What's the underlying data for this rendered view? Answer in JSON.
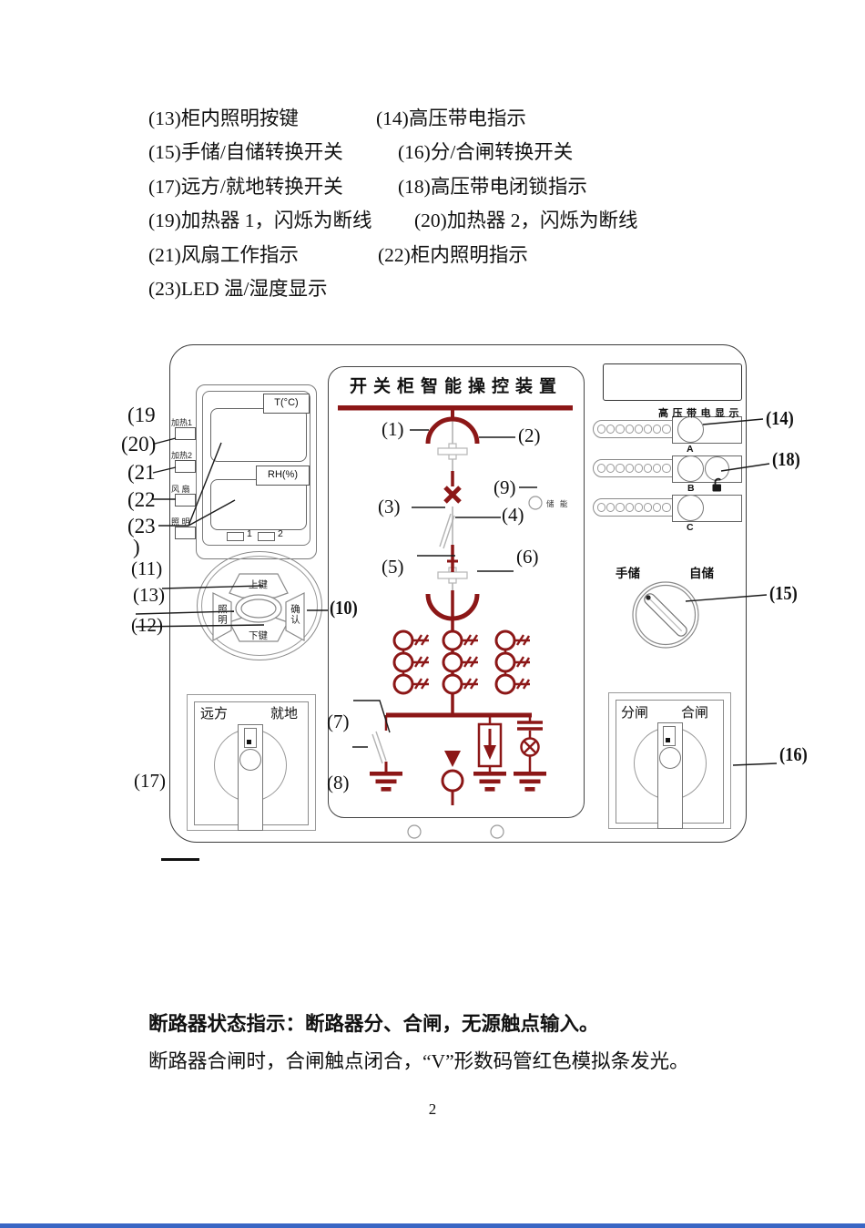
{
  "top_list": {
    "r1l": "(13)柜内照明按键",
    "r1r": "(14)高压带电指示",
    "r2l": "(15)手储/自储转换开关",
    "r2r": "(16)分/合闸转换开关",
    "r3l": "(17)远方/就地转换开关",
    "r3r": "(18)高压带电闭锁指示",
    "r4l": "(19)加热器 1，闪烁为断线",
    "r4r": "(20)加热器 2，闪烁为断线",
    "r5l": "(21)风扇工作指示",
    "r5r": "(22)柜内照明指示",
    "r6l": "(23)LED 温/湿度显示"
  },
  "device": {
    "panel_title": "开关柜智能操控装置",
    "indicators": {
      "heater1": "加热1",
      "heater2": "加热2",
      "fan": "风 扇",
      "light": "照 明"
    },
    "led_display": {
      "temp": "T(°C)",
      "humidity": "RH(%)",
      "ch1": "1",
      "ch2": "2"
    },
    "keypad": {
      "up": "上键",
      "down": "下键",
      "light": "照明",
      "confirm": "确认"
    },
    "energy_led_label": "储 能",
    "hv_display": {
      "title": "高压带电显示",
      "phase_a": "A",
      "phase_b": "B",
      "phase_c": "C"
    },
    "energy_switch": {
      "left": "手储",
      "right": "自储"
    },
    "remote_switch": {
      "left": "远方",
      "right": "就地"
    },
    "breaker_switch": {
      "left": "分闸",
      "right": "合闸"
    }
  },
  "callouts": {
    "c1": "(1)",
    "c2": "(2)",
    "c3": "(3)",
    "c4": "(4)",
    "c5": "(5)",
    "c6": "(6)",
    "c7": "(7)",
    "c8": "(8)",
    "c9": "(9)",
    "c10": "(10)",
    "c11": "(11)",
    "c12": "(12)",
    "c13": "(13)",
    "c14": "(14)",
    "c15": "(15)",
    "c16": "(16)",
    "c17": "(17)",
    "c18": "(18)",
    "c19": "(19",
    "c20": "(20)",
    "c21": "(21",
    "c22": "(22",
    "c23": "(23",
    "c23b": ")"
  },
  "footer": {
    "bold": "断路器状态指示：断路器分、合闸，无源触点输入。",
    "normal": "断路器合闸时，合闸触点闭合，“V”形数码管红色模拟条发光。",
    "page": "2"
  },
  "colors": {
    "circuit_red": "#8c1717",
    "accent_blue": "#3a66c4"
  }
}
